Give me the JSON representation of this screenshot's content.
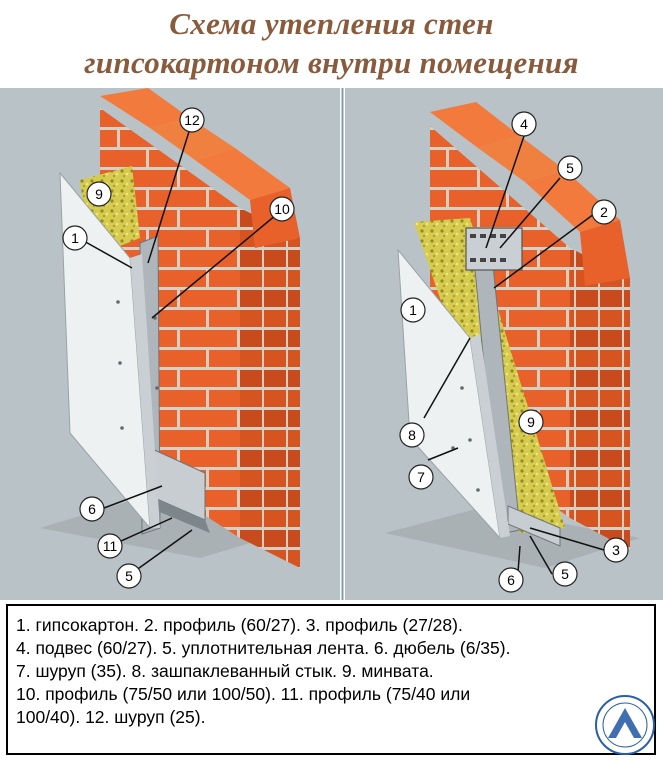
{
  "title": {
    "line1": "Схема утепления стен",
    "line2": "гипсокартоном внутри помещения"
  },
  "left_labels": [
    "12",
    "9",
    "10",
    "1",
    "6",
    "11",
    "5"
  ],
  "right_labels": [
    "4",
    "5",
    "2",
    "1",
    "9",
    "8",
    "7",
    "3",
    "5",
    "6"
  ],
  "legend": {
    "line1": "1. гипсокартон.  2. профиль (60/27).  3. профиль (27/28).",
    "line2": "4. подвес (60/27).  5. уплотнительная лента.  6. дюбель (6/35).",
    "line3": "7. шуруп (35).  8. зашпаклеванный стык.  9. минвата.",
    "line4": "10. профиль (75/50 или 100/50).  11. профиль (75/40 или",
    "line5": "100/40).  12. шуруп (25)."
  },
  "colors": {
    "brick": "#e8602a",
    "brick_light": "#f27a3c",
    "brick_dark": "#c64a1c",
    "mortar": "#d7d0c2",
    "background": "#b9c2c7",
    "drywall": "#eef1f1",
    "insulation": "#d9cf52",
    "profile": "#aeb6bb",
    "title": "#8a5a3c"
  }
}
